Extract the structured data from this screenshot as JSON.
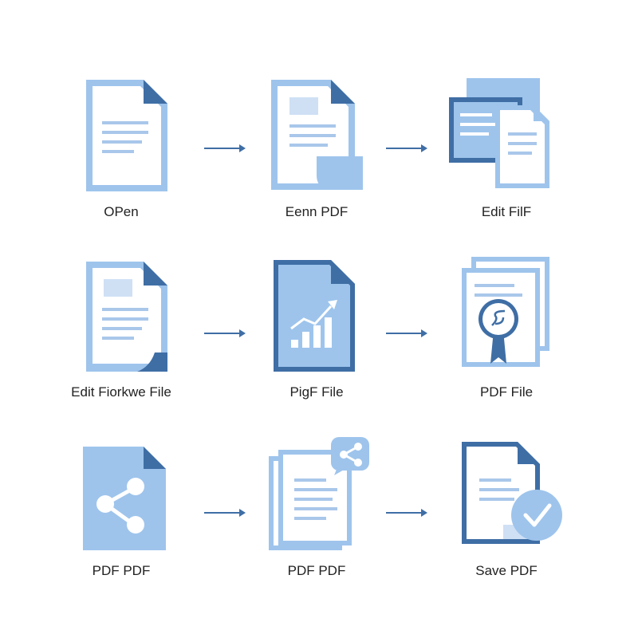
{
  "colors": {
    "light_blue": "#9ec4ec",
    "pale_blue": "#cfe0f5",
    "dark_blue": "#3f6ea5",
    "white": "#ffffff",
    "line": "#a9c7ea",
    "text": "#222222"
  },
  "rows": [
    {
      "steps": [
        {
          "label": "OPen",
          "icon": "document-icon"
        },
        {
          "label": "Eenn PDF",
          "icon": "document-image-icon"
        },
        {
          "label": "Edit FilF",
          "icon": "multi-document-icon"
        }
      ]
    },
    {
      "steps": [
        {
          "label": "Edit Fiorkwe File",
          "icon": "document-curl-icon"
        },
        {
          "label": "PigF File",
          "icon": "chart-document-icon"
        },
        {
          "label": "PDF File",
          "icon": "certificate-document-icon"
        }
      ]
    },
    {
      "steps": [
        {
          "label": "PDF PDF",
          "icon": "share-document-icon"
        },
        {
          "label": "PDF PDF",
          "icon": "shared-documents-icon"
        },
        {
          "label": "Save PDF",
          "icon": "check-document-icon"
        }
      ]
    }
  ]
}
